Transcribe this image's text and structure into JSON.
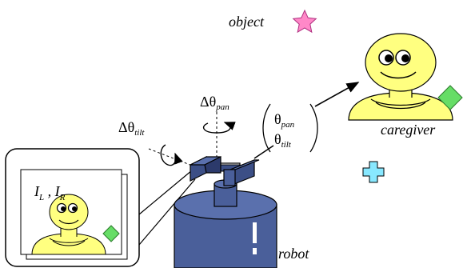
{
  "labels": {
    "object": "object",
    "caregiver": "caregiver",
    "robot": "robot"
  },
  "symbols": {
    "delta_tilt_main": "Δθ",
    "delta_tilt_sub": "tilt",
    "delta_pan_main": "Δθ",
    "delta_pan_sub": "pan",
    "vector_pan_main": "θ",
    "vector_pan_sub": "pan",
    "vector_tilt_main": "θ",
    "vector_tilt_sub": "tilt",
    "images_L": "I",
    "images_L_sub": "L",
    "images_sep": " , ",
    "images_R": "I",
    "images_R_sub": "R"
  },
  "colors": {
    "face": "#ffff80",
    "robot_body": "#4a5f9a",
    "robot_dark": "#2c3a6b",
    "star": "#ff88c8",
    "diamond": "#66dd66",
    "cross": "#88e8ff"
  }
}
